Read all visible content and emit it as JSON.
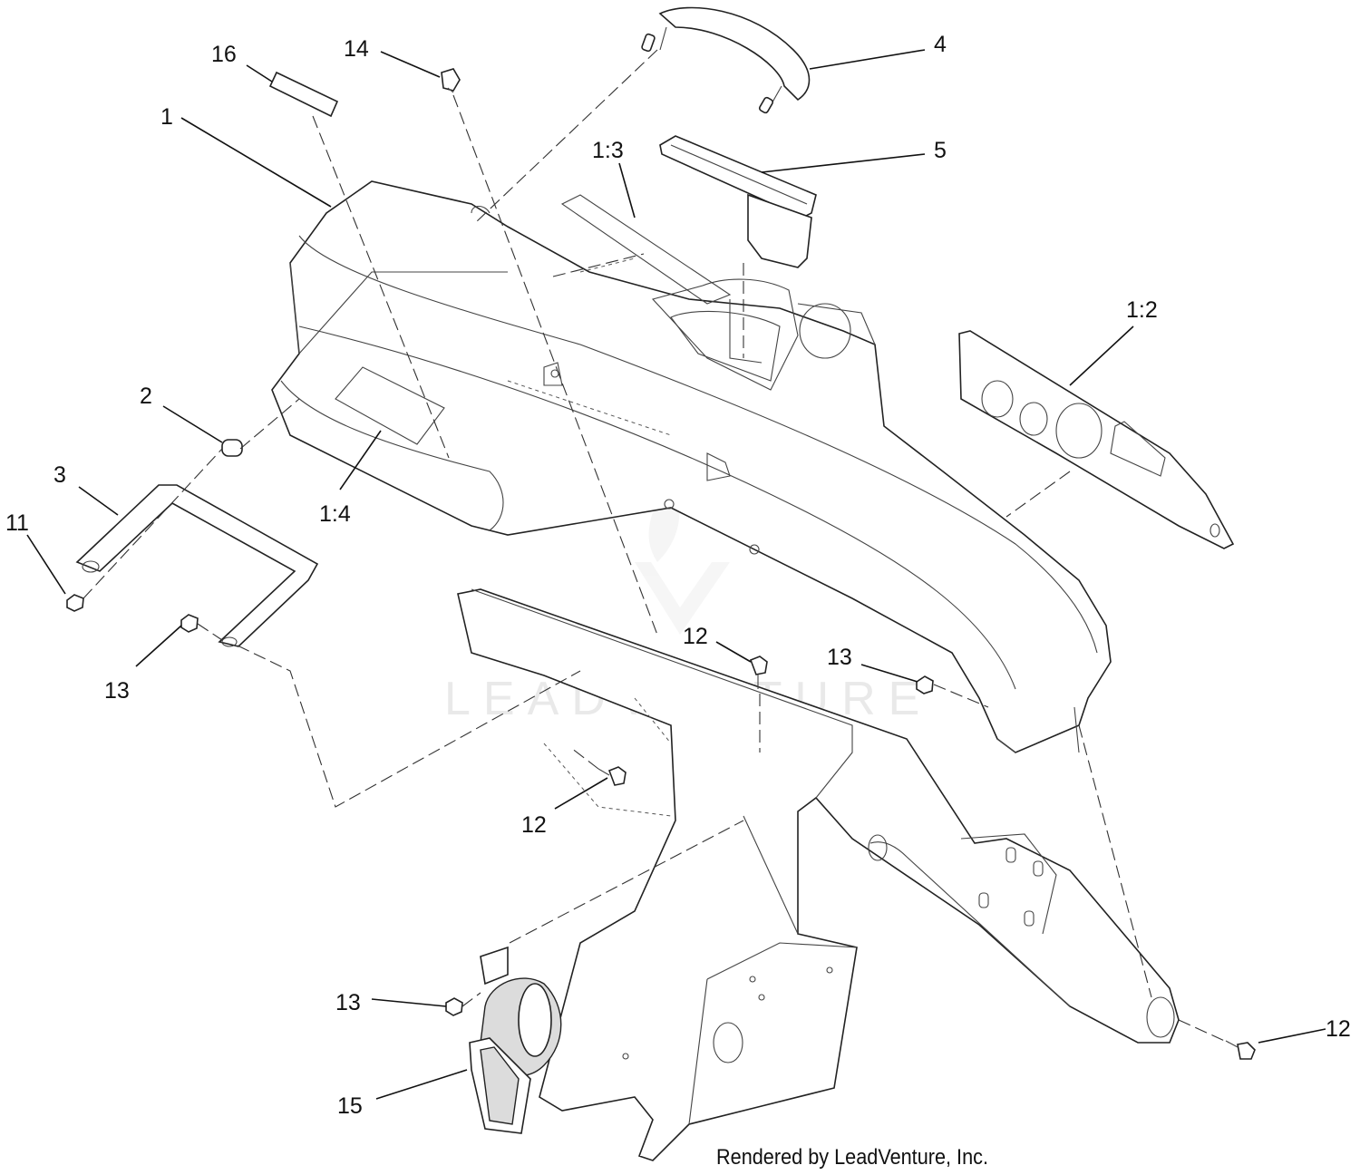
{
  "callouts": {
    "c1": "1",
    "c1_2": "1:2",
    "c1_3": "1:3",
    "c1_4": "1:4",
    "c2": "2",
    "c3": "3",
    "c4": "4",
    "c5": "5",
    "c11": "11",
    "c12a": "12",
    "c12b": "12",
    "c12c": "12",
    "c13a": "13",
    "c13b": "13",
    "c13c": "13",
    "c14": "14",
    "c15": "15",
    "c16": "16"
  },
  "watermark": "LEADVENTURE",
  "credit": "Rendered by LeadVenture, Inc."
}
